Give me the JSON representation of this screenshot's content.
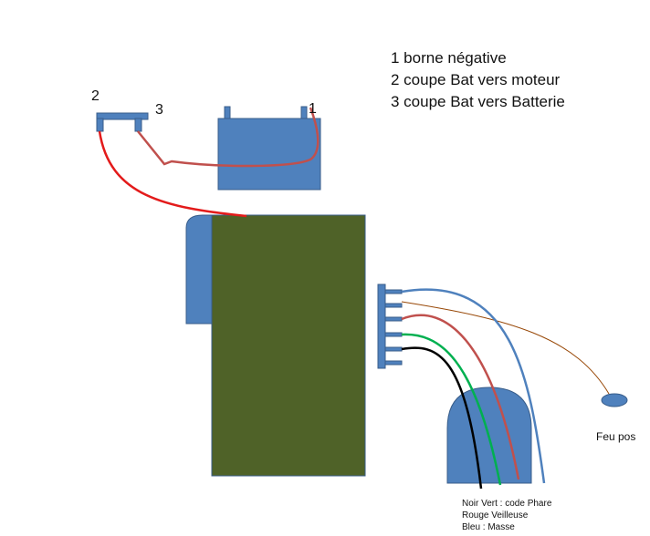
{
  "legend": [
    "1 borne négative",
    "2 coupe Bat vers moteur",
    "3 coupe Bat vers Batterie"
  ],
  "labels": {
    "n1": "1",
    "n2": "2",
    "n3": "3",
    "feu_pos": "Feu pos"
  },
  "wire_legend": [
    "Noir Vert : code Phare",
    "Rouge Veilleuse",
    "Bleu : Masse"
  ],
  "colors": {
    "component_blue": "#4f81bd",
    "component_stroke": "#385d8a",
    "engine_green": "#4f6228",
    "wire_red": "#e31b1b",
    "wire_darkred": "#c0504d",
    "wire_blue": "#4f81bd",
    "wire_green": "#00b050",
    "wire_black": "#000000",
    "wire_brown": "#984807"
  }
}
